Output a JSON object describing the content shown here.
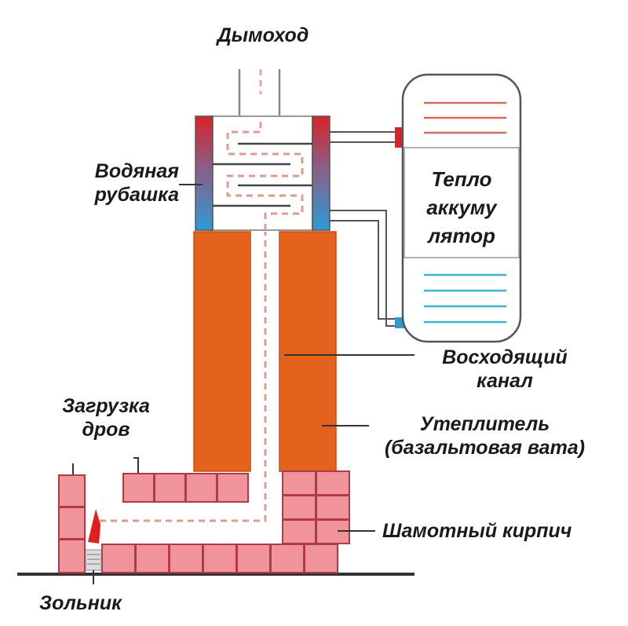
{
  "labels": {
    "chimney": "Дымоход",
    "water_jacket": [
      "Водяная",
      "рубашка"
    ],
    "heat_accumulator": [
      "Тепло",
      "аккуму",
      "лятор"
    ],
    "riser_channel": [
      "Восходящий",
      "канал"
    ],
    "wood_loading": [
      "Загрузка",
      "дров"
    ],
    "insulation": [
      "Утеплитель",
      "(базальтовая вата)"
    ],
    "fireclay_brick": "Шамотный кирпич",
    "ash_pit": "Зольник"
  },
  "colors": {
    "insulation": "#e4621c",
    "insulation_edge": "#c94f10",
    "brick": "#f1939a",
    "brick_mortar": "#b03a46",
    "jacket_hot": "#d9232a",
    "jacket_cold": "#2e9bd6",
    "hot_line": "#d75a4a",
    "cold_line": "#3fb6c8",
    "outline": "#333333",
    "flame": "#e01e1e"
  }
}
